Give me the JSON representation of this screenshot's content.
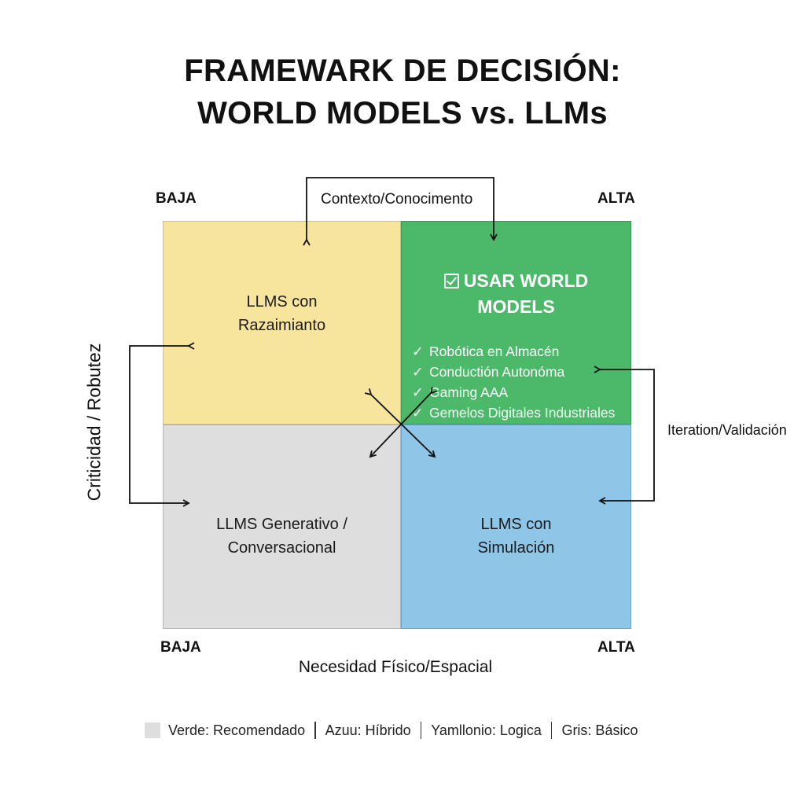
{
  "title": {
    "line1": "FRAMEWARK DE DECISIÓN:",
    "line2": "WORLD MODELS vs. LLMs"
  },
  "axes": {
    "top_left": "BAJA",
    "top_right": "ALTA",
    "bottom_left": "BAJA",
    "bottom_right": "ALTA",
    "top": "Contexto/Conocimento",
    "x": "Necesidad Físico/Espacial",
    "y": "Criticidad / Robutez",
    "right": "Iteration/Validación"
  },
  "quadrants": {
    "top_left": {
      "line1": "LLMS con",
      "line2": "Razaimianto",
      "color": "#f8e59d"
    },
    "top_right": {
      "title_line1": "USAR WORLD",
      "title_line2": "MODELS",
      "color": "#4cb96a",
      "items": [
        "Robótica en Almacén",
        "Conductión Autonóma",
        "Gaming AAA",
        "Gemelos Digitales Industriales"
      ]
    },
    "bottom_left": {
      "line1": "LLMS Generativo /",
      "line2": "Conversacional",
      "color": "#dedede"
    },
    "bottom_right": {
      "line1": "LLMS con",
      "line2": "Simulación",
      "color": "#8fc6e8"
    }
  },
  "check_glyph": "✓",
  "legend": {
    "items": [
      "Verde: Recomendado",
      "Azuu: Híbrido",
      "Yamllonio: Logica",
      "Gris: Básico"
    ]
  }
}
